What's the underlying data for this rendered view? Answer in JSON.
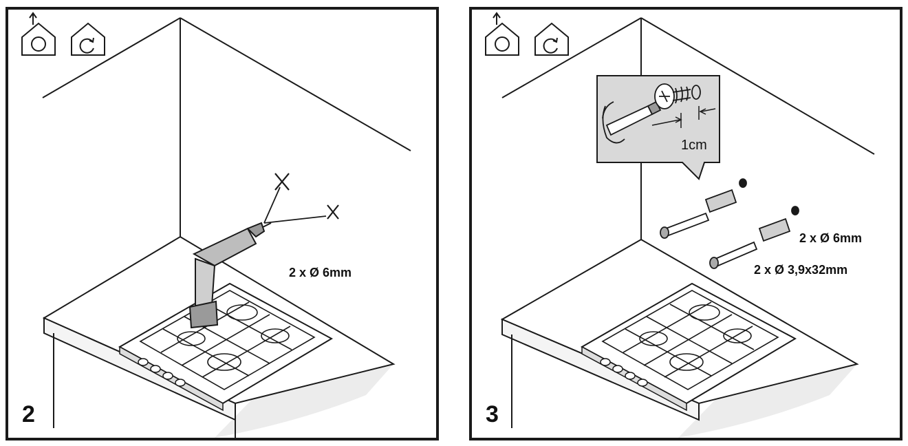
{
  "panels": [
    {
      "step_number": "2",
      "specs": [
        "2 x Ø 6mm"
      ],
      "icons": [
        "ducted-extraction-icon",
        "recirculation-icon"
      ]
    },
    {
      "step_number": "3",
      "specs": [
        "2 x Ø 6mm",
        "2 x Ø 3,9x32mm"
      ],
      "callout_label": "1cm",
      "icons": [
        "ducted-extraction-icon",
        "recirculation-icon"
      ]
    }
  ],
  "colors": {
    "line": "#1a1a1a",
    "floor_shade": "#e8e8e8",
    "callout_bg": "#d9d9d9"
  }
}
